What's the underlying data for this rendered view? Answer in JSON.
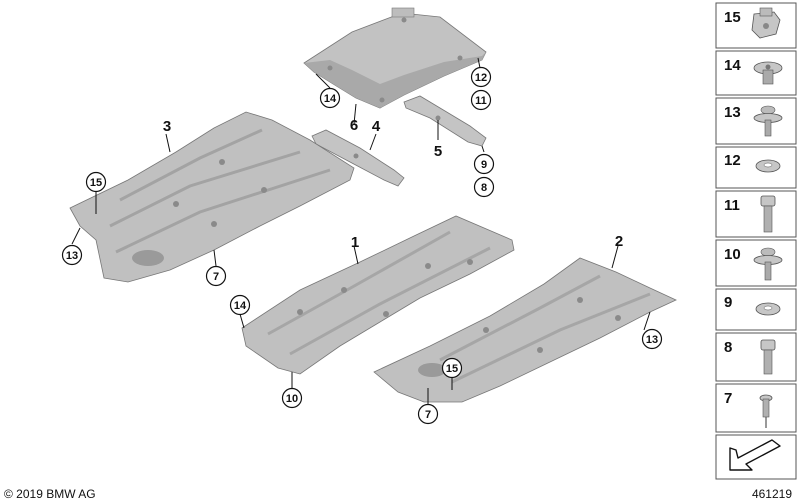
{
  "diagram": {
    "plain_labels": [
      "1",
      "2",
      "3",
      "4",
      "5",
      "6"
    ],
    "circled_labels": [
      "7",
      "7",
      "8",
      "9",
      "10",
      "11",
      "12",
      "13",
      "13",
      "14",
      "14",
      "15",
      "15"
    ],
    "legend": [
      {
        "number": "15",
        "part": "nut-clip"
      },
      {
        "number": "14",
        "part": "expanding-rivet"
      },
      {
        "number": "13",
        "part": "collar-screw"
      },
      {
        "number": "12",
        "part": "washer"
      },
      {
        "number": "11",
        "part": "bolt"
      },
      {
        "number": "10",
        "part": "collar-screw"
      },
      {
        "number": "9",
        "part": "washer"
      },
      {
        "number": "8",
        "part": "bolt"
      },
      {
        "number": "7",
        "part": "blind-rivet"
      }
    ],
    "colors": {
      "part_fill": "#bfbfbf",
      "part_light": "#d7d7d7",
      "part_dark": "#8c8c8c",
      "line": "#111111",
      "panel_border": "#555555"
    }
  },
  "footer": {
    "copyright": "© 2019 BMW AG",
    "diagram_id": "461219"
  }
}
